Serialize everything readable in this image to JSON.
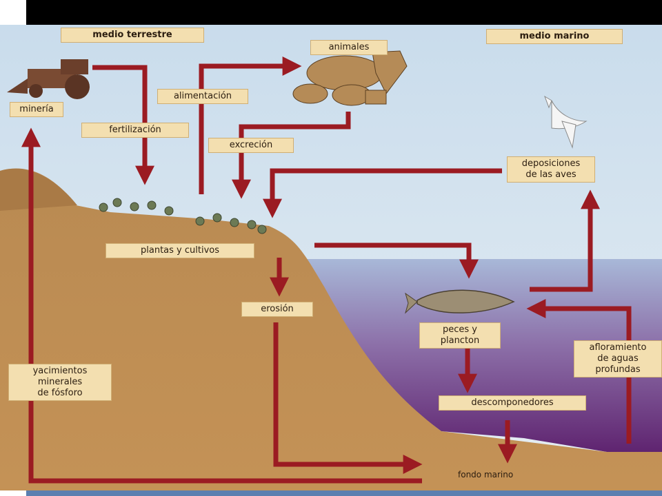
{
  "diagram": {
    "section_labels": {
      "terrestrial": "medio terrestre",
      "marine": "medio marino"
    },
    "labels": {
      "mining": "minería",
      "animals": "animales",
      "feeding": "alimentación",
      "fertilization": "fertilización",
      "excretion": "excreción",
      "bird_depositions_line1": "deposiciones",
      "bird_depositions_line2": "de las aves",
      "plants": "plantas y cultivos",
      "erosion": "erosión",
      "fish_line1": "peces y",
      "fish_line2": "plancton",
      "upwelling_line1": "afloramiento",
      "upwelling_line2": "de aguas",
      "upwelling_line3": "profundas",
      "decomposers": "descomponedores",
      "deposits_line1": "yacimientos",
      "deposits_line2": "minerales",
      "deposits_line3": "de fósforo",
      "seafloor": "fondo marino"
    },
    "colors": {
      "arrow": "#9b1b22",
      "sky": "#b9d3e6",
      "land": "#b9854c",
      "sea_top": "#8fa6cc",
      "sea_bottom": "#6a2d78",
      "label_bg": "#f3dfb0"
    }
  }
}
